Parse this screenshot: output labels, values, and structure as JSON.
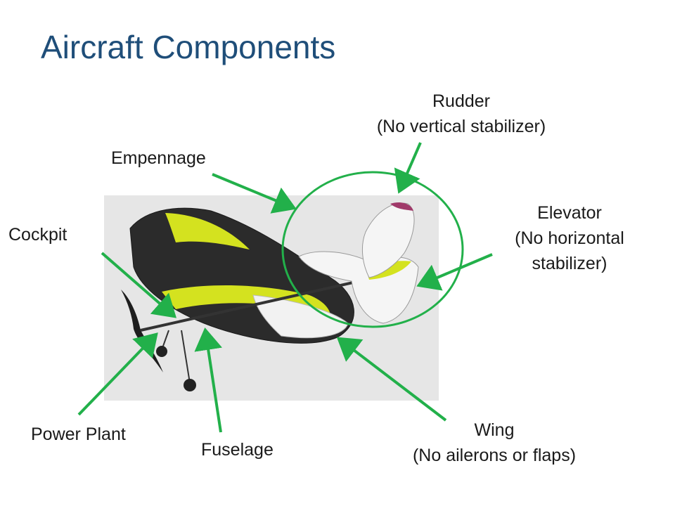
{
  "title": "Aircraft Components",
  "colors": {
    "title": "#1f4e79",
    "arrow": "#22b04a",
    "photo_bg": "#e6e6e6",
    "wing_yellow": "#d4e21f",
    "wing_dark": "#2b2b2b"
  },
  "labels": {
    "rudder": {
      "line1": "Rudder",
      "line2": "(No vertical stabilizer)"
    },
    "empennage": {
      "line1": "Empennage"
    },
    "elevator": {
      "line1": "Elevator",
      "line2": "(No horizontal",
      "line3": "stabilizer)"
    },
    "cockpit": {
      "line1": "Cockpit"
    },
    "power_plant": {
      "line1": "Power Plant"
    },
    "fuselage": {
      "line1": "Fuselage"
    },
    "wing": {
      "line1": "Wing",
      "line2": "(No ailerons or flaps)"
    }
  }
}
